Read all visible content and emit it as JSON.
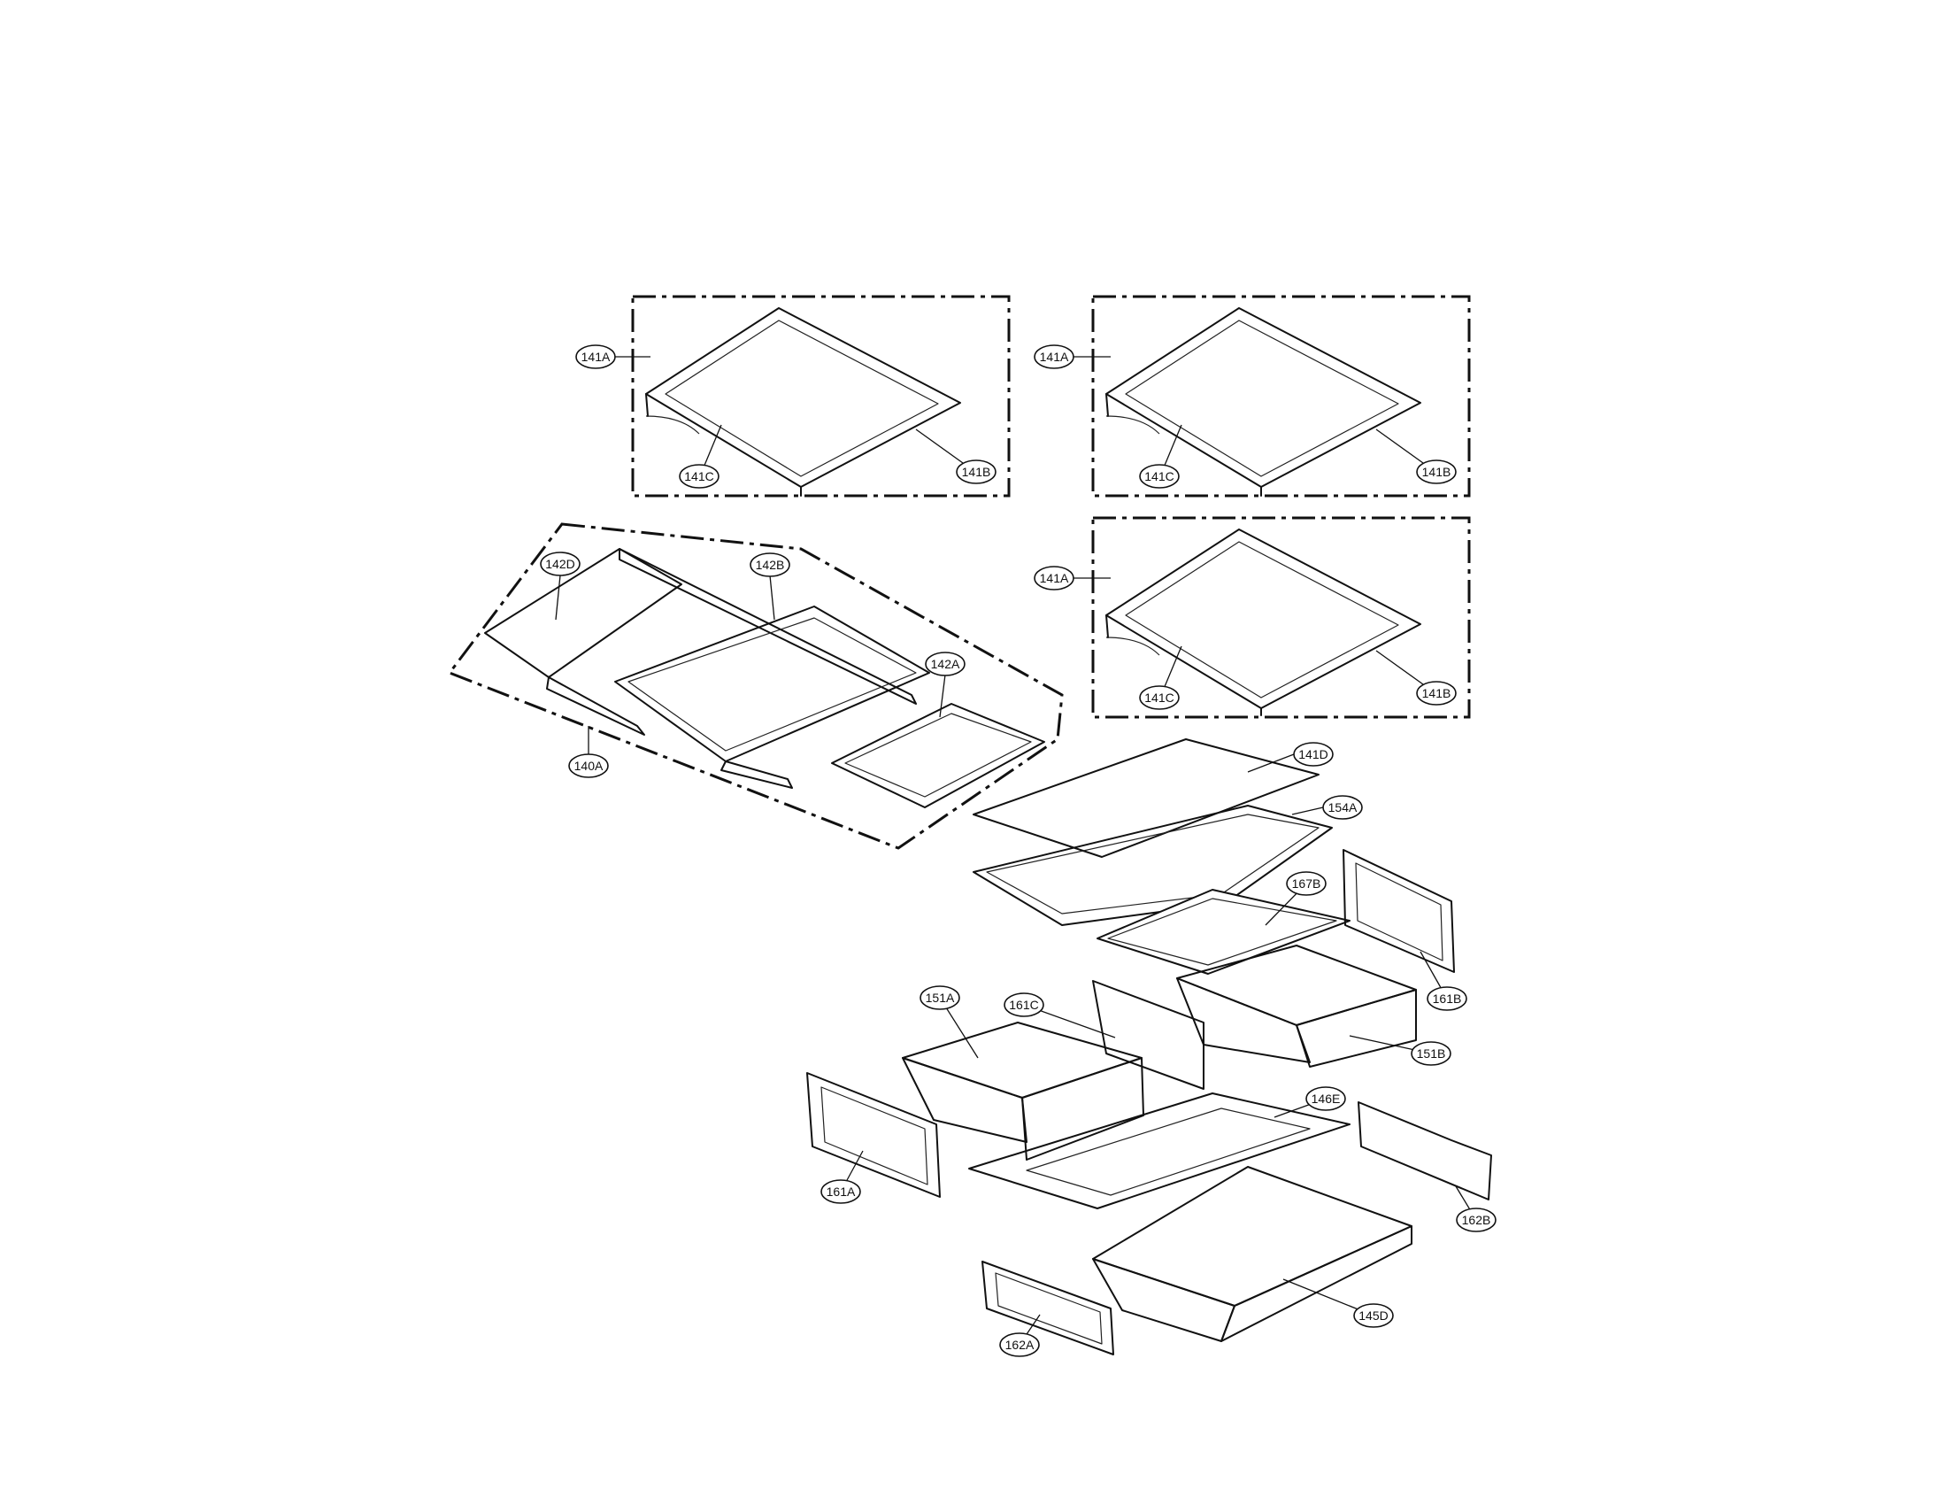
{
  "callouts": {
    "c141A_1": "141A",
    "c141C_1": "141C",
    "c141B_1": "141B",
    "c141A_2": "141A",
    "c141C_2": "141C",
    "c141B_2": "141B",
    "c141A_3": "141A",
    "c141C_3": "141C",
    "c141B_3": "141B",
    "c142D": "142D",
    "c142B": "142B",
    "c142A": "142A",
    "c140A": "140A",
    "c141D": "141D",
    "c154A": "154A",
    "c167B": "167B",
    "c161B": "161B",
    "c161C": "161C",
    "c151A": "151A",
    "c151B": "151B",
    "c146E": "146E",
    "c161A": "161A",
    "c162B": "162B",
    "c145D": "145D",
    "c162A": "162A"
  }
}
